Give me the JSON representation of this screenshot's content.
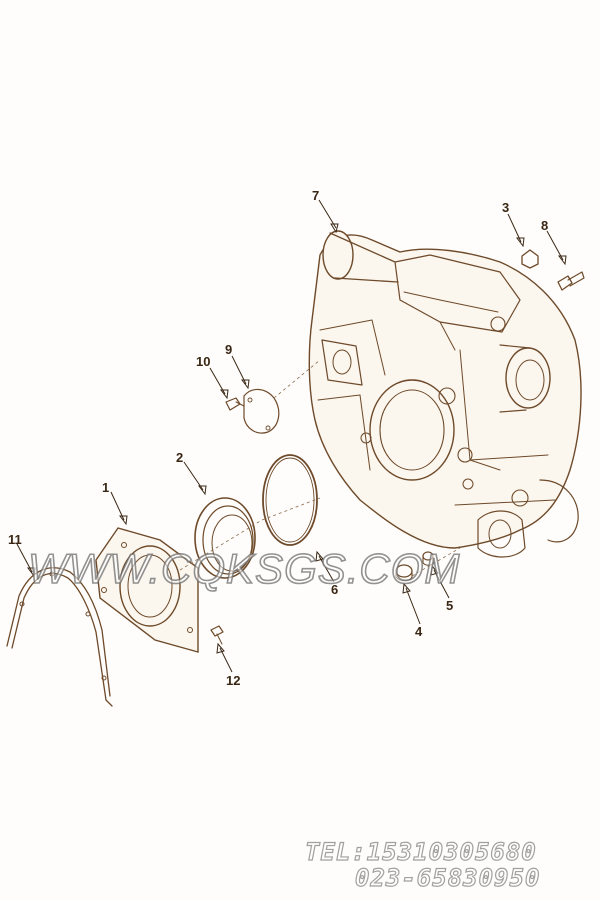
{
  "callouts": {
    "n1": "1",
    "n2": "2",
    "n3": "3",
    "n4": "4",
    "n5": "5",
    "n6": "6",
    "n7": "7",
    "n8": "8",
    "n9": "9",
    "n10": "10",
    "n11": "11",
    "n12": "12"
  },
  "watermark": "WWW.CQKSGS.COM",
  "contact": {
    "tel": "TEL:15310305680",
    "phone": "023-65830950"
  },
  "colors": {
    "ink": "#6e4a2a",
    "label": "#3a2614"
  }
}
